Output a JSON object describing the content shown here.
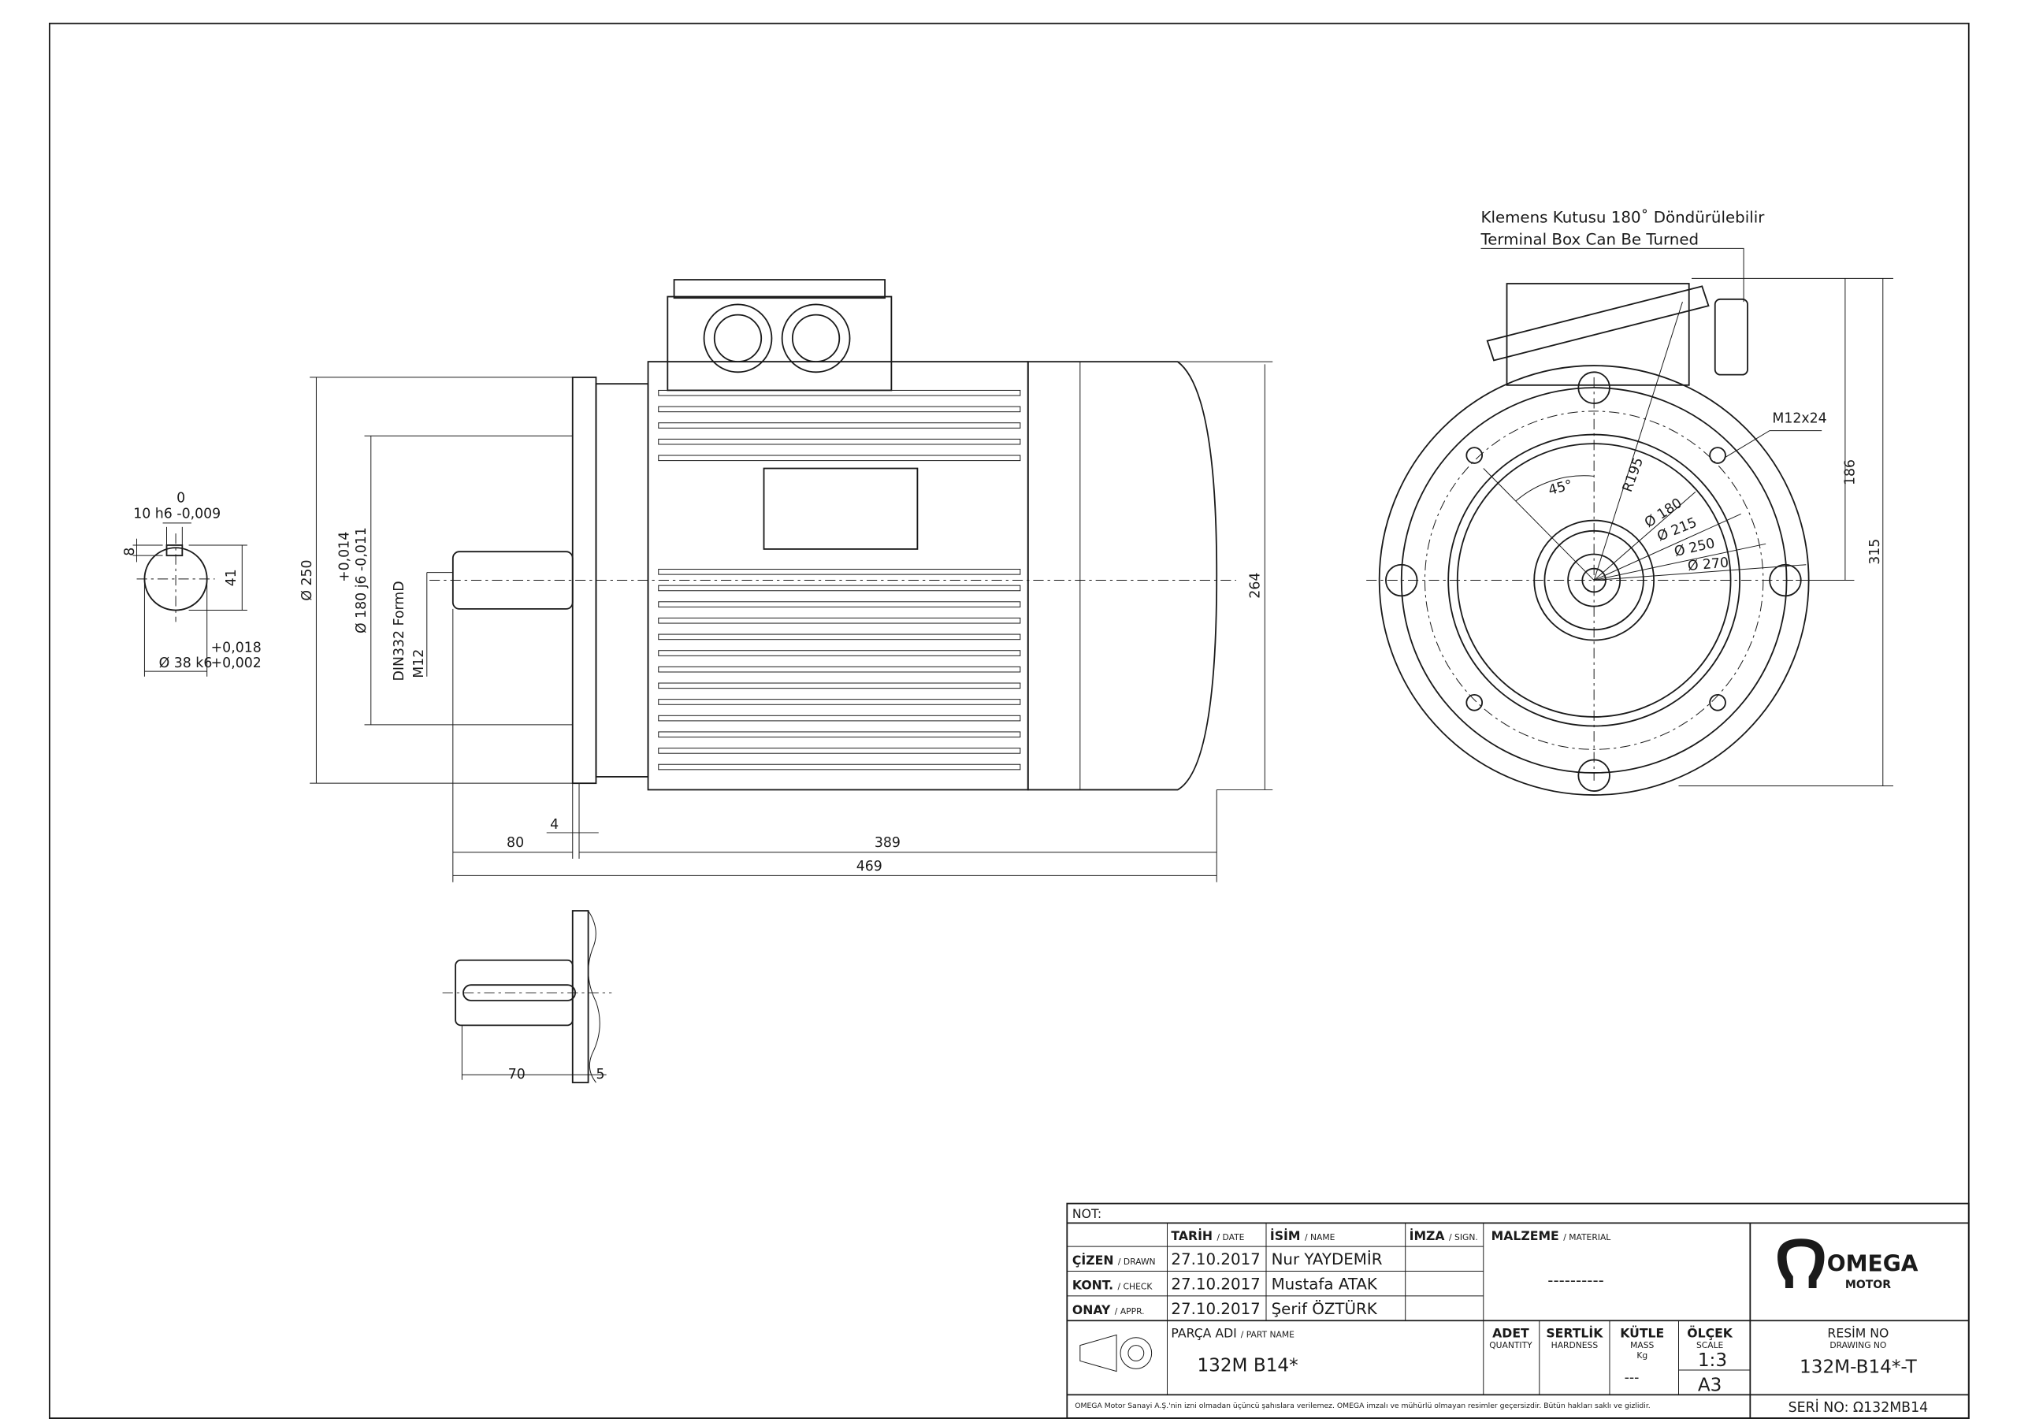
{
  "side_view": {
    "shaft_section": {
      "key_tol_upper": "0",
      "key_width": "10 h6 -0,009",
      "key_depth": "8",
      "height": "41",
      "dia_label": "Ø 38 k6",
      "tol_upper": "+0,018",
      "tol_lower": "+0,002"
    },
    "dims": {
      "flange_dia": "Ø 250",
      "spigot_tol_upper": "+0,014",
      "spigot_dia": "Ø 180 j6 -0,011",
      "center_hole": "DIN332 FormD",
      "center_thread": "M12",
      "height": "264",
      "shaft_len": "80",
      "gap": "4",
      "body_len": "389",
      "total_len": "469"
    },
    "key_view": {
      "key_len": "70",
      "offset": "5"
    }
  },
  "end_view": {
    "note_tr": "Klemens Kutusu 180˚ Döndürülebilir",
    "note_en": "Terminal Box Can Be Turned",
    "bolt": "M12x24",
    "angle": "45°",
    "radius": "R195",
    "d1": "Ø 180",
    "d2": "Ø 215",
    "d3": "Ø 250",
    "d4": "Ø 270",
    "h1": "186",
    "h2": "315"
  },
  "title_block": {
    "note_label": "NOT:",
    "date_h": "TARİH",
    "date_h_en": "/ DATE",
    "name_h": "İSİM",
    "name_h_en": "/ NAME",
    "sign_h": "İMZA",
    "sign_h_en": "/ SIGN.",
    "material_h": "MALZEME",
    "material_h_en": "/ MATERIAL",
    "material": "----------",
    "rows": [
      {
        "role": "ÇİZEN",
        "role_en": "/ DRAWN",
        "date": "27.10.2017",
        "name": "Nur YAYDEMİR"
      },
      {
        "role": "KONT.",
        "role_en": "/ CHECK",
        "date": "27.10.2017",
        "name": "Mustafa ATAK"
      },
      {
        "role": "ONAY",
        "role_en": "/ APPR.",
        "date": "27.10.2017",
        "name": "Şerif ÖZTÜRK"
      }
    ],
    "part_h": "PARÇA ADI",
    "part_h_en": "/ PART NAME",
    "part_name": "132M B14*",
    "qty_h": "ADET",
    "qty_en": "QUANTITY",
    "hard_h": "SERTLİK",
    "hard_en": "HARDNESS",
    "mass_h": "KÜTLE",
    "mass_en": "MASS",
    "mass_unit": "Kg",
    "mass": "---",
    "scale_h": "ÖLÇEK",
    "scale_en": "SCALE",
    "scale": "1:3",
    "sheet": "A3",
    "drawing_h": "RESİM NO",
    "drawing_en": "DRAWING NO",
    "drawing_no": "132M-B14*-T",
    "serial": "SERİ NO: Ω132MB14",
    "footer": "OMEGA Motor Sanayi A.Ş.'nin izni olmadan üçüncü şahıslara verilemez. OMEGA imzalı ve mühürlü olmayan resimler geçersizdir. Bütün hakları saklı ve gizlidir.",
    "logo_text": "OMEGA",
    "logo_sub": "MOTOR"
  }
}
